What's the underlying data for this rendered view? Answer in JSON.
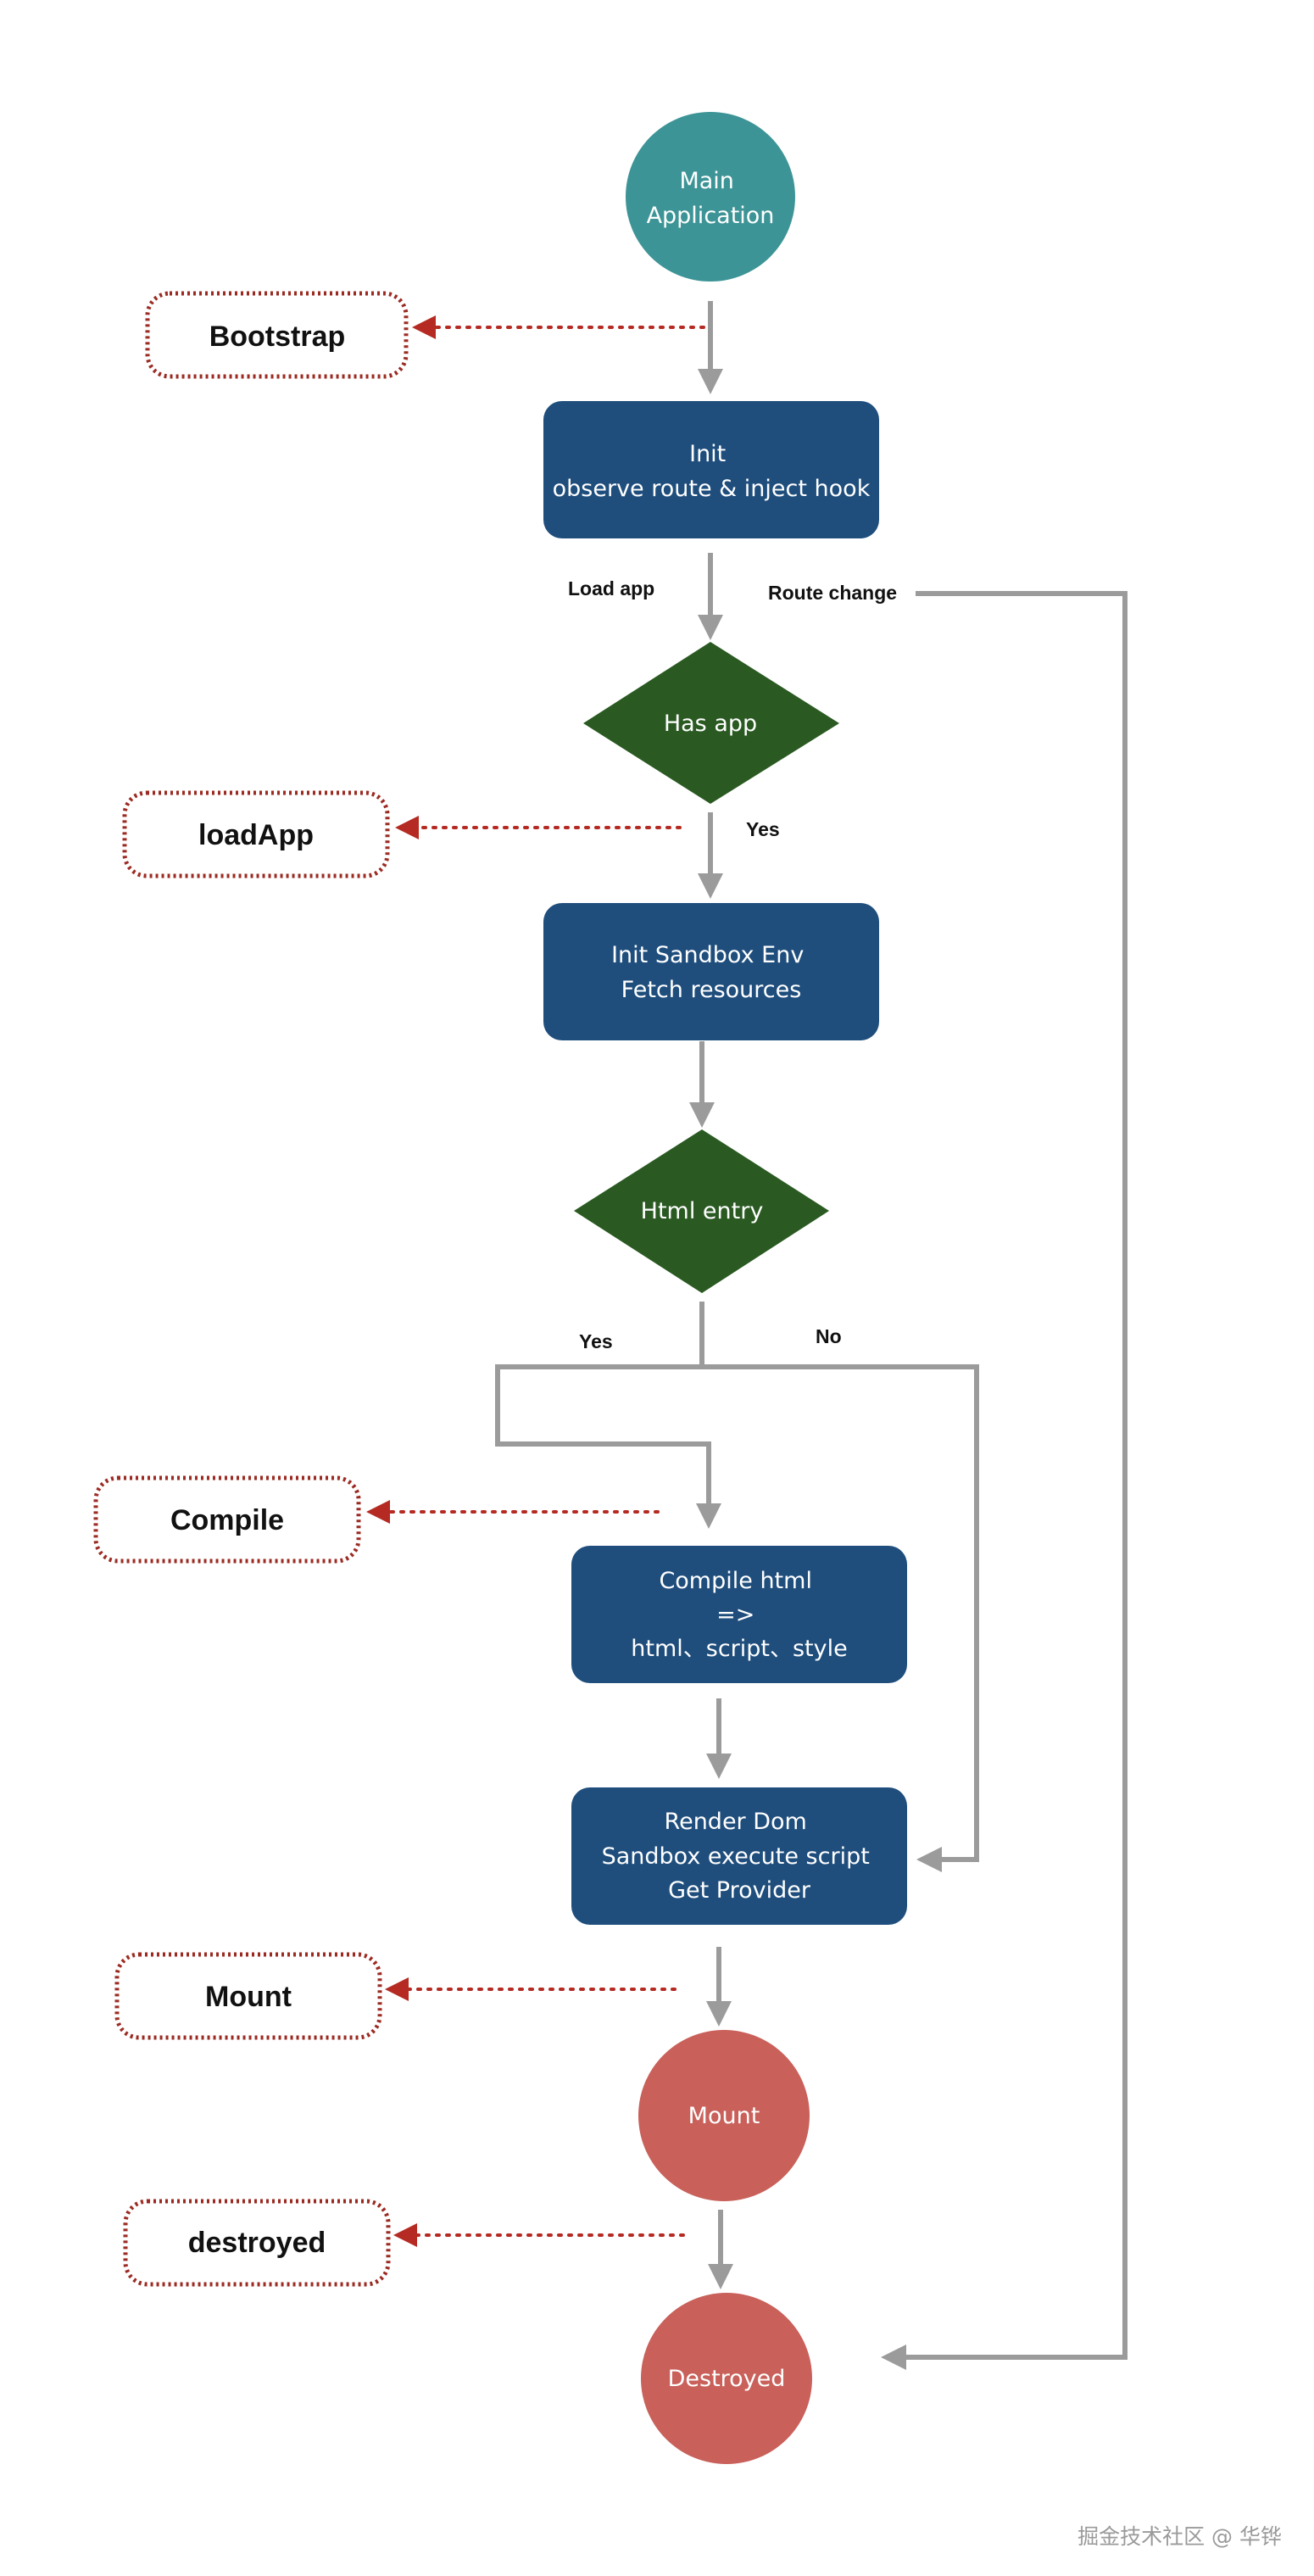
{
  "colors": {
    "main_app": "#3d9496",
    "process": "#1f4e7d",
    "decision": "#2a5a22",
    "terminal": "#c9605a",
    "flow_line": "#9b9b9b",
    "hook_arrow": "#b52a22",
    "hook_border": "#9b2b22"
  },
  "nodes": {
    "main_app": [
      "Main",
      "Application"
    ],
    "init": [
      "Init",
      "observe route & inject hook"
    ],
    "has_app": "Has app",
    "sandbox": [
      "Init Sandbox Env",
      "Fetch resources"
    ],
    "html_entry": "Html entry",
    "compile": [
      "Compile html",
      "=>",
      "html、script、style"
    ],
    "render": [
      "Render Dom",
      "Sandbox execute script",
      "Get Provider"
    ],
    "mount": "Mount",
    "destroyed": "Destroyed"
  },
  "edges": {
    "load_app": "Load app",
    "route_change": "Route change",
    "has_app_yes": "Yes",
    "html_yes": "Yes",
    "html_no": "No"
  },
  "hooks": {
    "bootstrap": "Bootstrap",
    "load_app": "loadApp",
    "compile": "Compile",
    "mount": "Mount",
    "destroyed": "destroyed"
  },
  "watermark": "掘金技术社区 @ 华铧"
}
